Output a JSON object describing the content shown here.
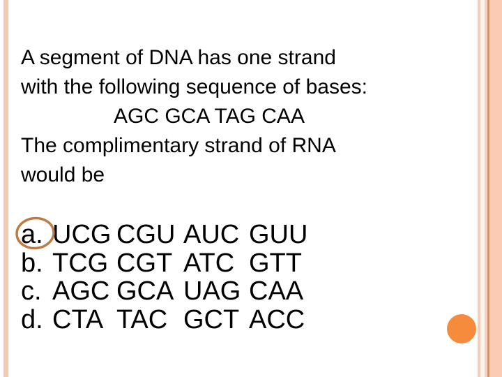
{
  "slide": {
    "question_lines": [
      "A segment of DNA has one strand",
      "with the following sequence of bases:",
      "AGC GCA TAG CAA",
      "The complimentary strand of RNA",
      "would be"
    ],
    "options": [
      {
        "label": "a.",
        "codons": [
          "UCG",
          "CGU",
          "AUC",
          "GUU"
        ]
      },
      {
        "label": "b.",
        "codons": [
          "TCG",
          "CGT",
          "ATC",
          "GTT"
        ]
      },
      {
        "label": "c.",
        "codons": [
          "AGC",
          "GCA",
          "UAG",
          "CAA"
        ]
      },
      {
        "label": "d.",
        "codons": [
          "CTA",
          "TAC",
          "GCT",
          "ACC"
        ]
      }
    ],
    "annotation": {
      "circled_option": "a",
      "circle_color": "#BE7B42"
    },
    "decor": {
      "bullet_color": "#F78B3D",
      "left_stripe_color": "#F5CAB3",
      "right_border_peach": "#FBCBB4",
      "right_border_light": "#F8CDB7",
      "right_border_accent": "#DE9365",
      "text_color": "#000000"
    }
  }
}
